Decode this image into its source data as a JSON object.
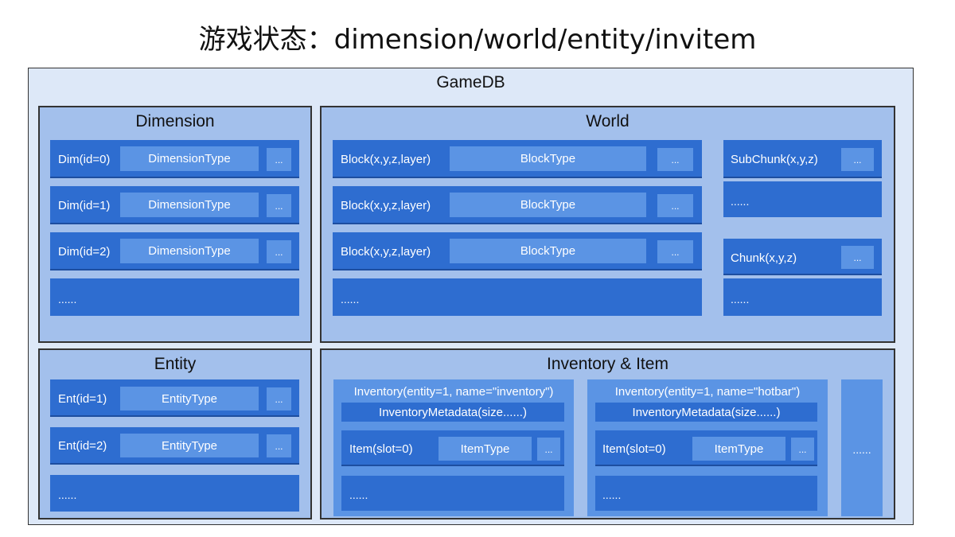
{
  "title": "游戏状态：dimension/world/entity/invitem",
  "gamedb": {
    "label": "GameDB"
  },
  "dimension": {
    "title": "Dimension",
    "rows": [
      {
        "label": "Dim(id=0)",
        "type": "DimensionType",
        "more": "..."
      },
      {
        "label": "Dim(id=1)",
        "type": "DimensionType",
        "more": "..."
      },
      {
        "label": "Dim(id=2)",
        "type": "DimensionType",
        "more": "..."
      }
    ],
    "ellipsis": "......"
  },
  "world": {
    "title": "World",
    "blocks": [
      {
        "label": "Block(x,y,z,layer)",
        "type": "BlockType",
        "more": "..."
      },
      {
        "label": "Block(x,y,z,layer)",
        "type": "BlockType",
        "more": "..."
      },
      {
        "label": "Block(x,y,z,layer)",
        "type": "BlockType",
        "more": "..."
      }
    ],
    "blocks_ellipsis": "......",
    "subchunk": {
      "label": "SubChunk(x,y,z)",
      "more": "..."
    },
    "subchunk_ellipsis": "......",
    "chunk": {
      "label": "Chunk(x,y,z)",
      "more": "..."
    },
    "chunk_ellipsis": "......"
  },
  "entity": {
    "title": "Entity",
    "rows": [
      {
        "label": "Ent(id=1)",
        "type": "EntityType",
        "more": "..."
      },
      {
        "label": "Ent(id=2)",
        "type": "EntityType",
        "more": "..."
      }
    ],
    "ellipsis": "......"
  },
  "inventory": {
    "title": "Inventory & Item",
    "columns": [
      {
        "header": "Inventory(entity=1, name=\"inventory\")",
        "meta": "InventoryMetadata(size......)",
        "item": {
          "label": "Item(slot=0)",
          "type": "ItemType",
          "more": "..."
        },
        "ellipsis": "......"
      },
      {
        "header": "Inventory(entity=1, name=\"hotbar\")",
        "meta": "InventoryMetadata(size......)",
        "item": {
          "label": "Item(slot=0)",
          "type": "ItemType",
          "more": "..."
        },
        "ellipsis": "......"
      }
    ],
    "extra_ellipsis": "......"
  },
  "colors": {
    "panel": "#a3c0ec",
    "row": "#2e6dd0",
    "box": "#5b94e4",
    "background": "#dde8f8"
  }
}
